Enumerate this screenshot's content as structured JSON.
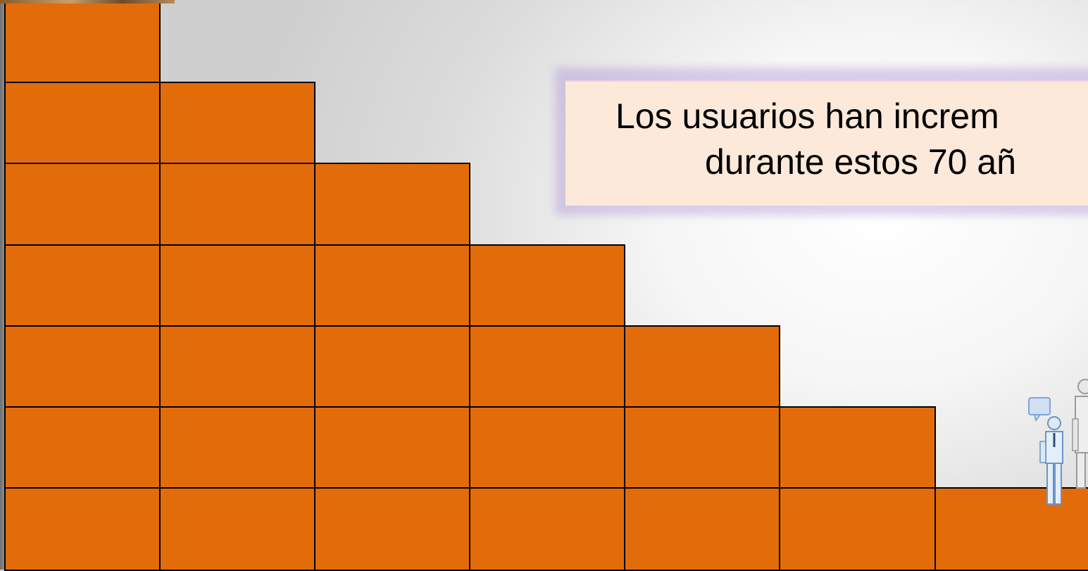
{
  "callout": {
    "line1": "Los usuarios han increm",
    "line2": "durante estos 70 añ"
  },
  "colors": {
    "block_fill": "#e36c0a",
    "block_border": "#000000",
    "callout_fill": "#fde9d9",
    "callout_glow": "#a082d2"
  },
  "stairs": {
    "column_heights_in_blocks": [
      7,
      6,
      5,
      4,
      3,
      2,
      1
    ]
  },
  "icons": [
    "people-chat-icon"
  ]
}
